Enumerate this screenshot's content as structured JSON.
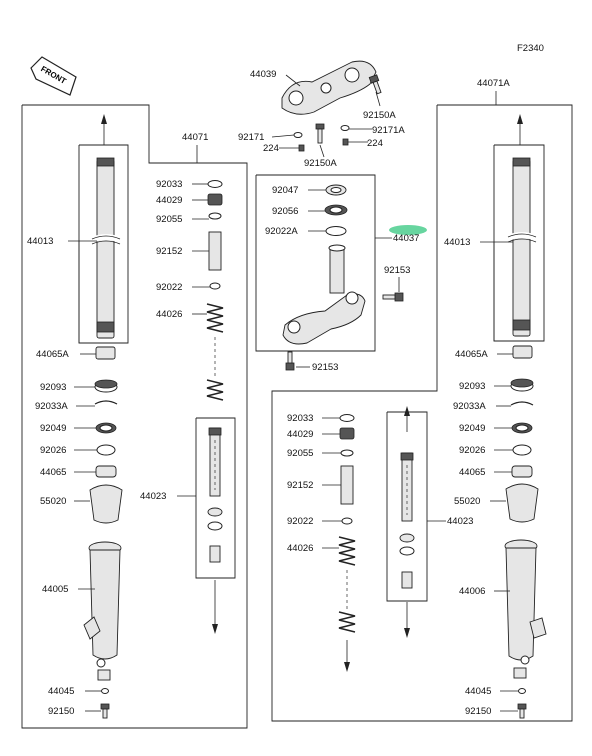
{
  "figure_id": "F2340",
  "front_marker": "FRONT",
  "highlight_color": "#5fd39a",
  "labels": {
    "l44039": "44039",
    "l92150a_top": "92150A",
    "l92171": "92171",
    "l92171a": "92171A",
    "l224_left": "224",
    "l224_right": "224",
    "l92150a_mid": "92150A",
    "l44071": "44071",
    "l44071a": "44071A",
    "l44013_left": "44013",
    "l44013_right": "44013",
    "l44065a_left": "44065A",
    "l44065a_right": "44065A",
    "l92093_left": "92093",
    "l92093_right": "92093",
    "l92033a_left": "92033A",
    "l92033a_right": "92033A",
    "l92049_left": "92049",
    "l92049_right": "92049",
    "l92026_left": "92026",
    "l92026_right": "92026",
    "l44065_left": "44065",
    "l44065_right": "44065",
    "l55020_left": "55020",
    "l55020_right": "55020",
    "l44005": "44005",
    "l44006": "44006",
    "l44045_left": "44045",
    "l44045_right": "44045",
    "l92150_left": "92150",
    "l92150_right": "92150",
    "l92033_left": "92033",
    "l92033_right": "92033",
    "l44029_left": "44029",
    "l44029_right": "44029",
    "l92055_left": "92055",
    "l92055_right": "92055",
    "l92152_left": "92152",
    "l92152_right": "92152",
    "l92022_left": "92022",
    "l92022_right": "92022",
    "l44026_left": "44026",
    "l44026_right": "44026",
    "l44023_left": "44023",
    "l44023_right": "44023",
    "l92047": "92047",
    "l92056": "92056",
    "l92022a": "92022A",
    "l44037": "44037",
    "l92153_upper": "92153",
    "l92153_lower": "92153"
  }
}
